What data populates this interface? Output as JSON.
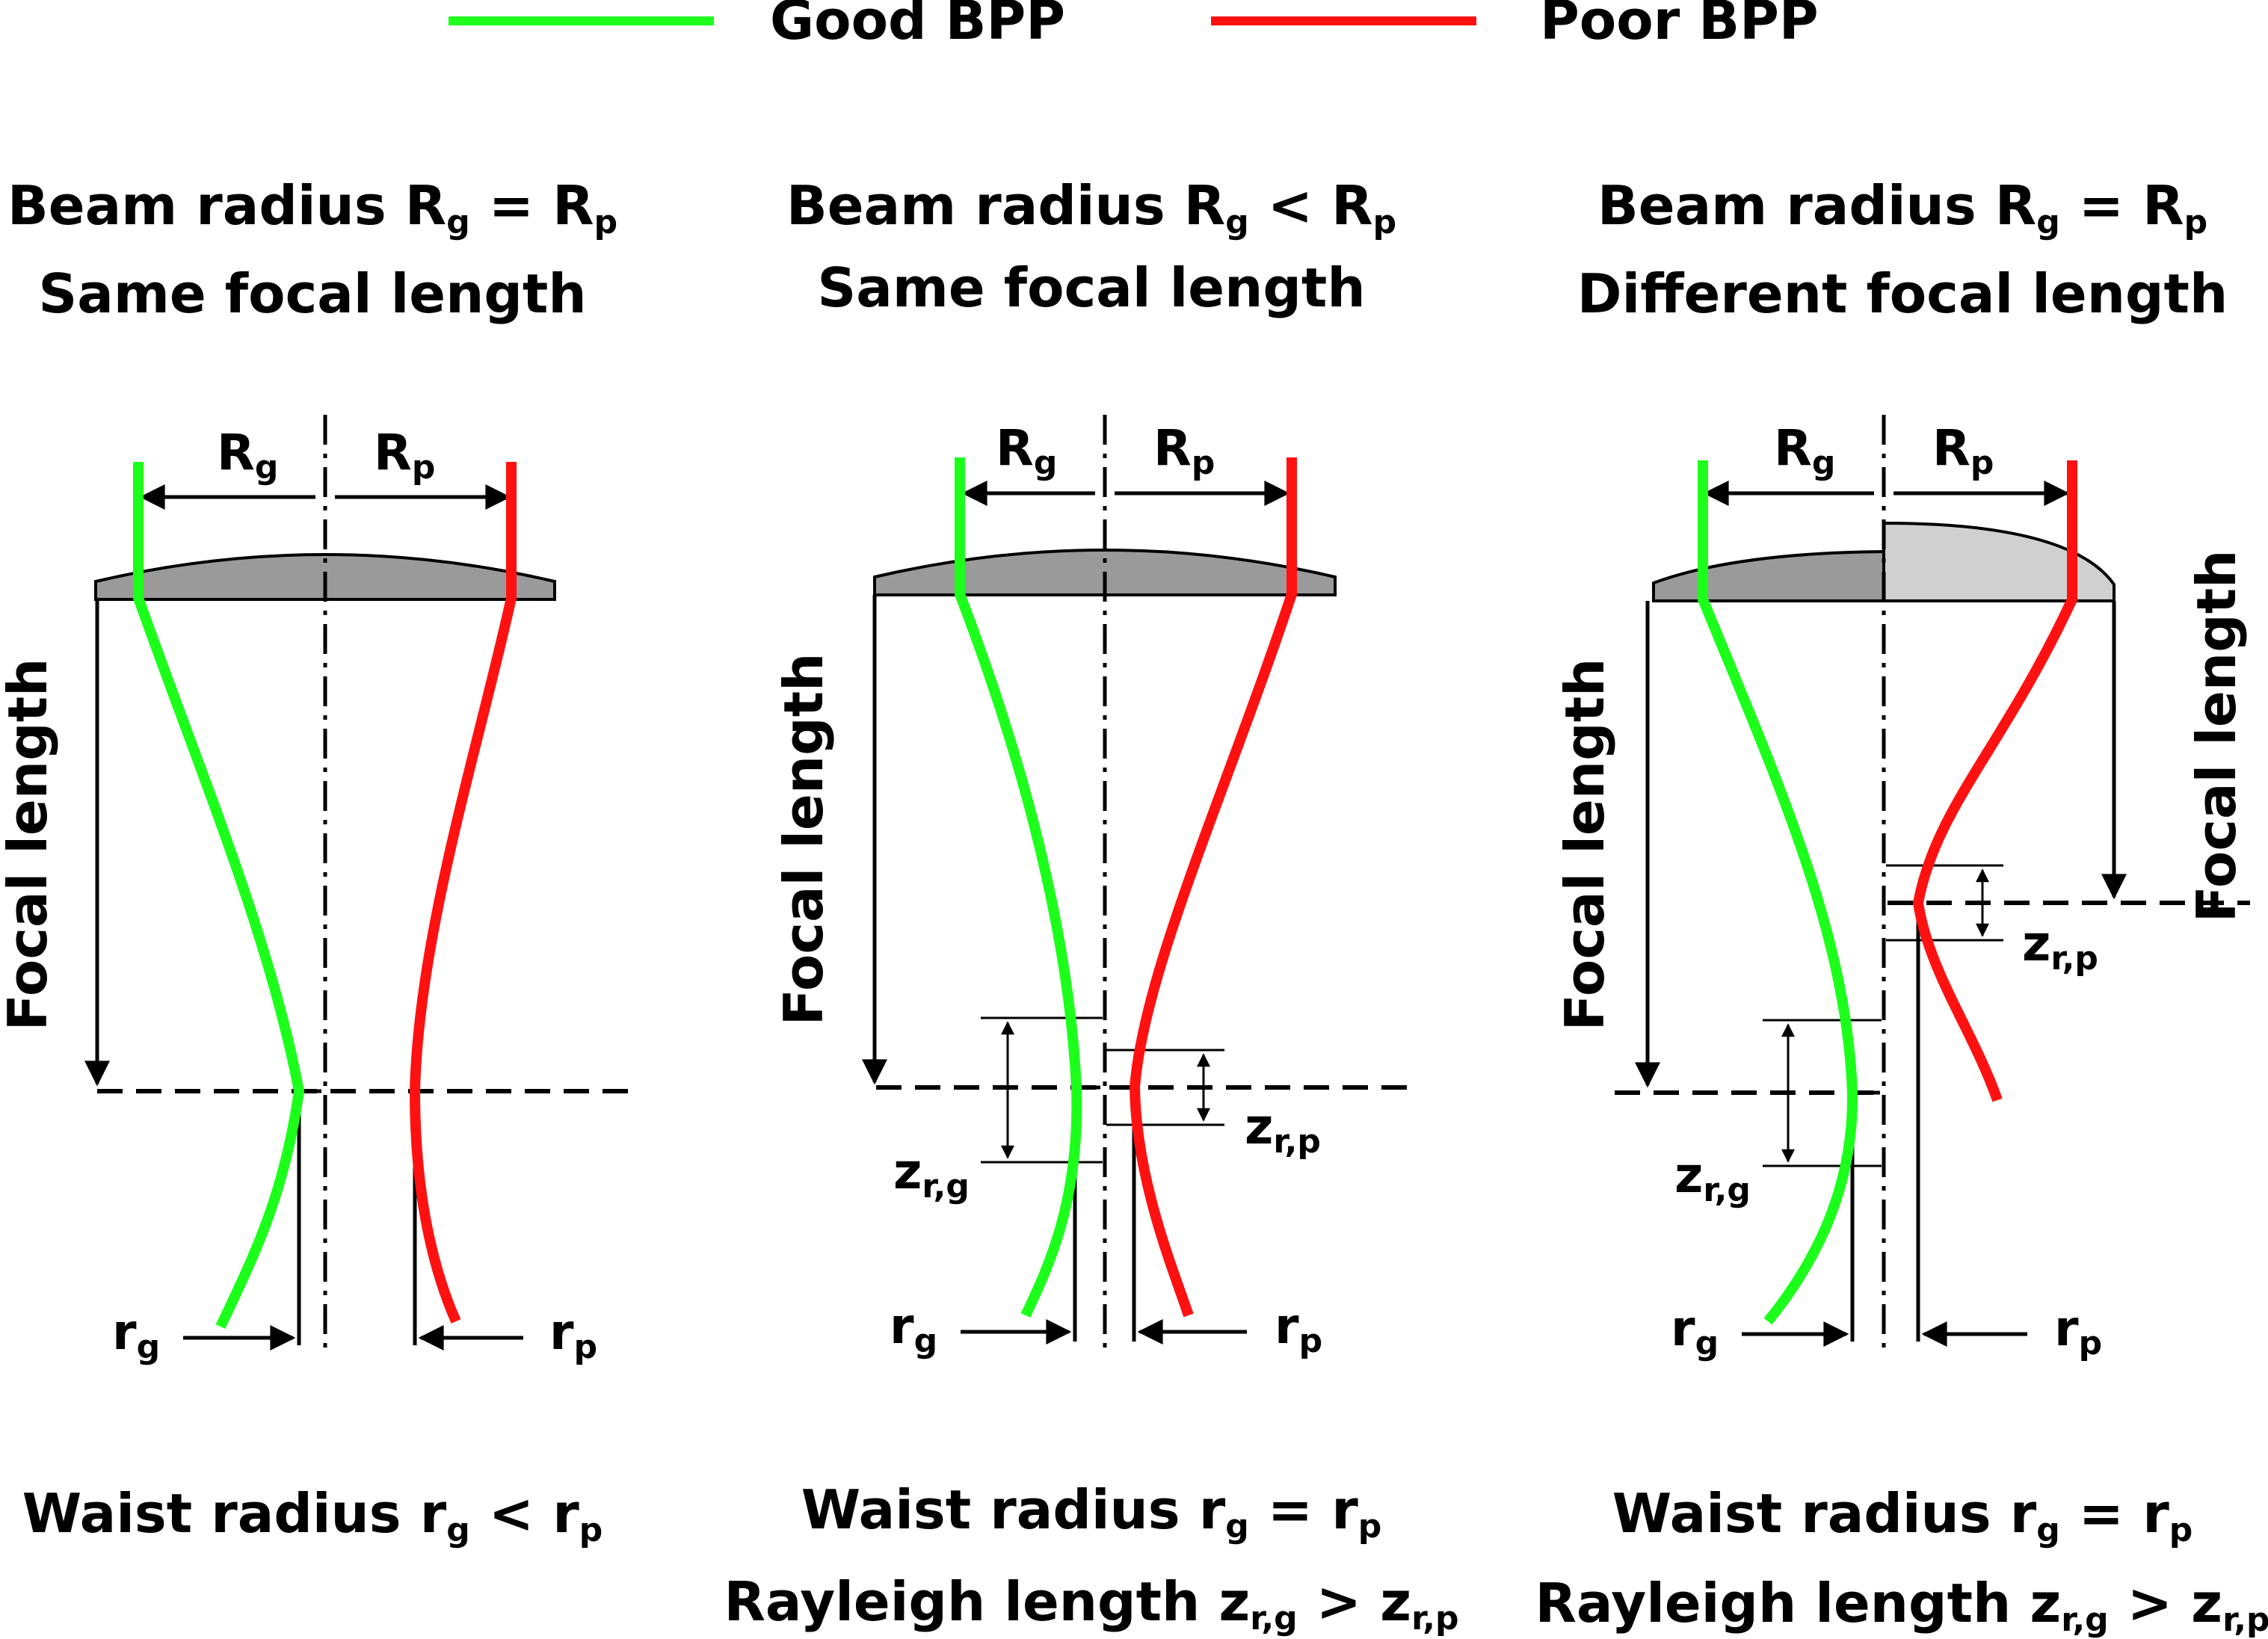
{
  "legend": {
    "good_label": "Good BPP",
    "poor_label": "Poor BPP",
    "good_color": "#1bff1b",
    "poor_color": "#ff1111"
  },
  "colors": {
    "lens_dark": "#9a9a9a",
    "lens_light": "#d0d0d0",
    "ink": "#000000"
  },
  "symbols": {
    "R": "R",
    "r": "r",
    "z": "z",
    "sub_g": "g",
    "sub_p": "p",
    "sub_rg": "r,g",
    "sub_rp": "r,p",
    "focal_length": "Focal length"
  },
  "panels": [
    {
      "heading1": {
        "prefix": "Beam radius ",
        "relation": " = "
      },
      "heading2": "Same focal length",
      "footer1": {
        "prefix": "Waist radius ",
        "relation": " < "
      }
    },
    {
      "heading1": {
        "prefix": "Beam radius ",
        "relation": " < "
      },
      "heading2": "Same focal length",
      "footer1": {
        "prefix": "Waist radius ",
        "relation": " = "
      },
      "footer2": {
        "prefix": "Rayleigh length ",
        "relation": " > "
      }
    },
    {
      "heading1": {
        "prefix": "Beam radius ",
        "relation": " = "
      },
      "heading2": "Different focal length",
      "footer1": {
        "prefix": "Waist radius ",
        "relation": " = "
      },
      "footer2": {
        "prefix": "Rayleigh length ",
        "relation": " > "
      }
    }
  ]
}
